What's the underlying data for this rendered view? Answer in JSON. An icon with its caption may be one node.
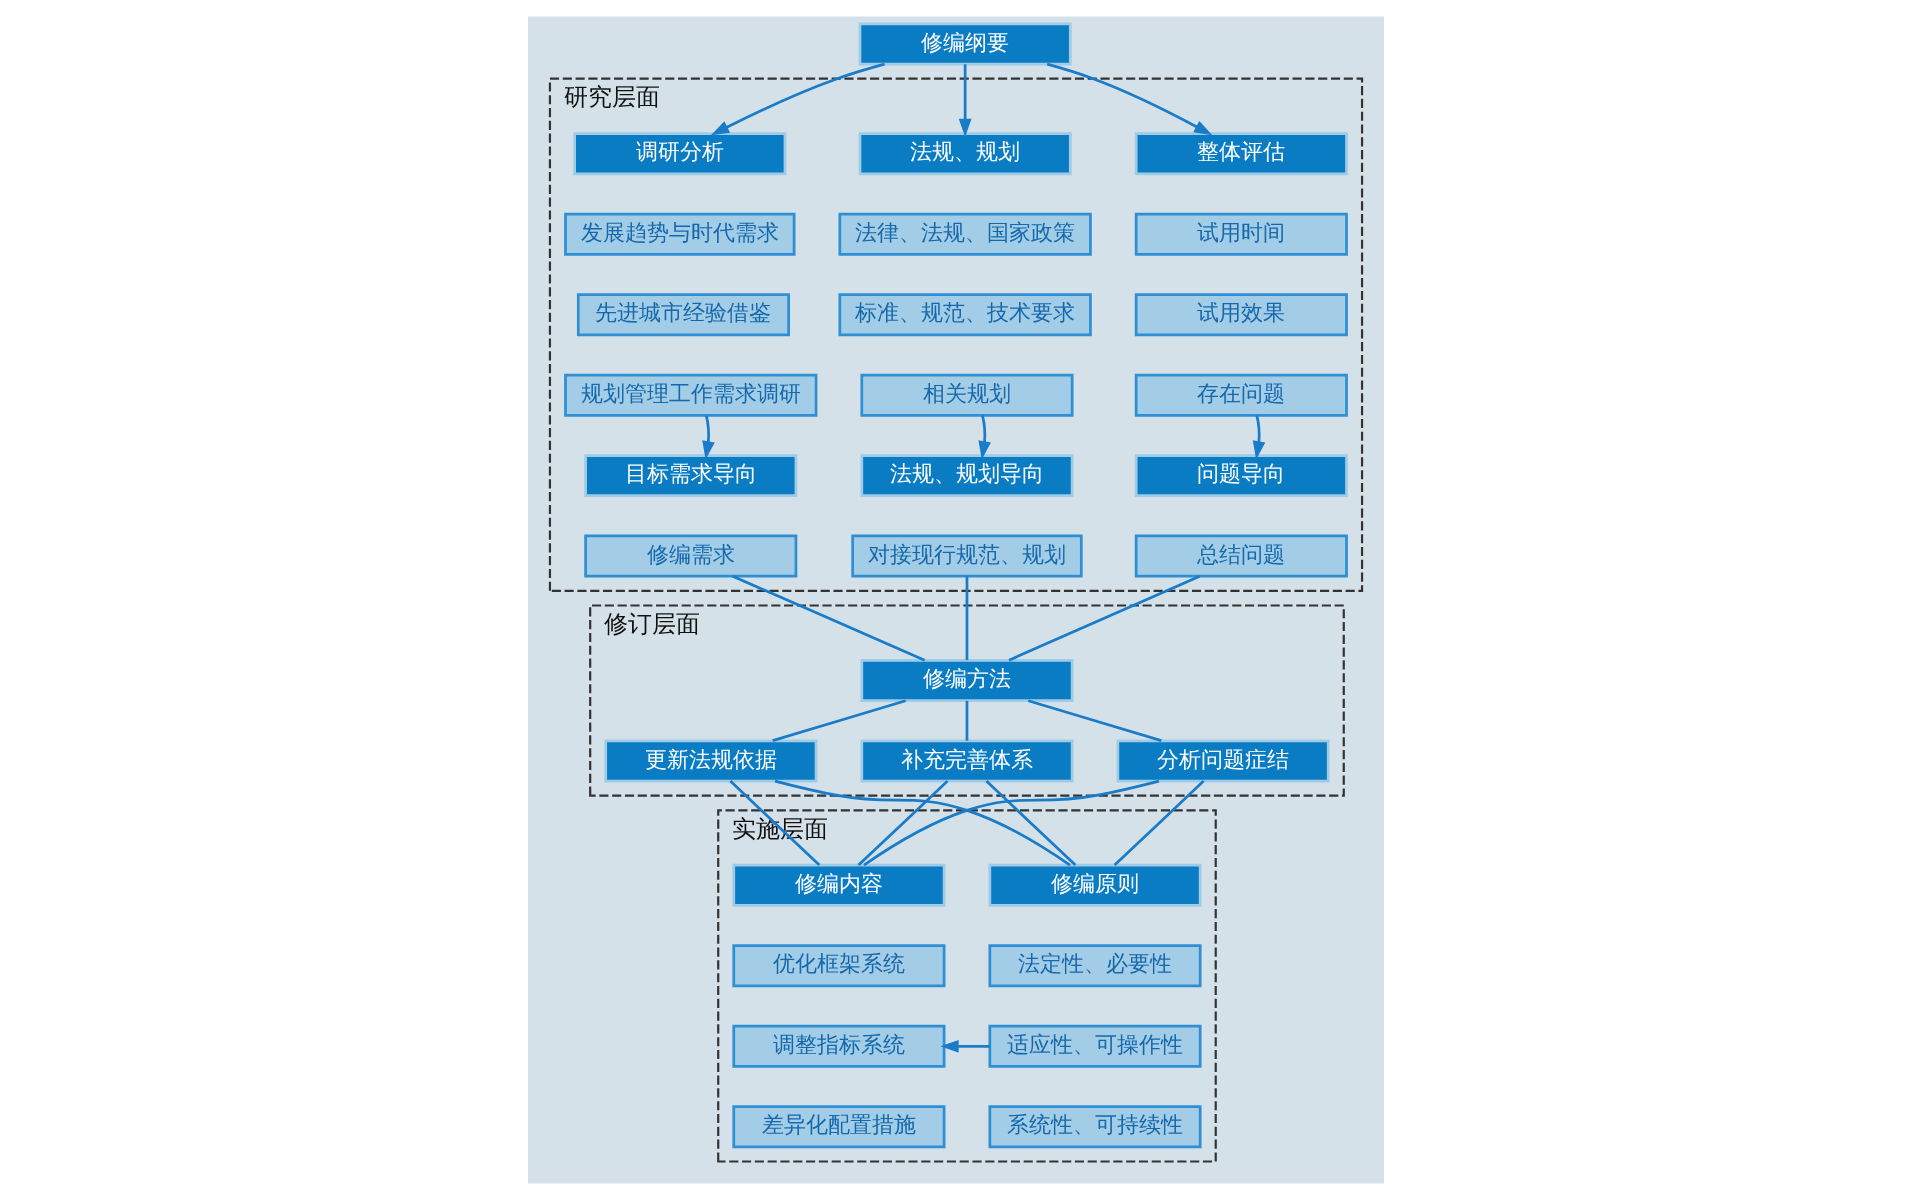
{
  "diagram": {
    "nodes": [
      {
        "text": [
          "修编纲要"
        ]
      },
      {
        "text": [
          "研究层面"
        ]
      },
      {
        "text": [
          "整体评估"
        ],
        "in": 1
      },
      {
        "text": [
          "法规、规划"
        ],
        "in": 1
      },
      {
        "text": [
          "调研分析"
        ],
        "in": 1
      },
      {
        "text": [
          "试用时间"
        ],
        "in": 1
      },
      {
        "text": [
          "试用效果"
        ],
        "in": 1
      },
      {
        "text": [
          "存在问题"
        ],
        "in": 1
      },
      {
        "text": [
          "法律、法规、国家政策"
        ],
        "in": 1
      },
      {
        "text": [
          "标准、规范、技术要求"
        ],
        "in": 1
      },
      {
        "text": [
          "相关规划"
        ],
        "in": 1
      },
      {
        "text": [
          "发展趋势与时代需求"
        ],
        "in": 1
      },
      {
        "text": [
          "先进城市经验借鉴"
        ],
        "in": 1
      },
      {
        "text": [
          "规划管理工作需求调研"
        ],
        "in": 1
      },
      {
        "text": [
          "问题导向"
        ],
        "in": 1
      },
      {
        "text": [
          "法规、规划导向"
        ],
        "in": 1
      },
      {
        "text": [
          "目标需求导向"
        ],
        "in": 1
      },
      {
        "text": [
          "总结问题"
        ],
        "in": 1
      },
      {
        "text": [
          "对接现行规范、规划"
        ],
        "in": 1
      },
      {
        "text": [
          "修编需求"
        ],
        "in": 1
      },
      {
        "text": [
          "修订层面"
        ]
      },
      {
        "text": [
          "修编方法"
        ],
        "in": 20
      },
      {
        "text": [
          "分析问题症结"
        ],
        "in": 20
      },
      {
        "text": [
          "更新法规依据"
        ],
        "in": 20
      },
      {
        "text": [
          "补充完善体系"
        ],
        "in": 20
      },
      {
        "text": [
          "实施层面"
        ]
      },
      {
        "text": [
          "修编原则"
        ],
        "in": 25
      },
      {
        "text": [
          "修编内容"
        ],
        "in": 25
      },
      {
        "text": [
          "法定性、必要性"
        ],
        "in": 25
      },
      {
        "text": [
          "适应性、可操作性"
        ],
        "in": 25
      },
      {
        "text": [
          "系统性、可持续性"
        ],
        "in": 25
      },
      {
        "text": [
          "优化框架系统"
        ],
        "in": 25
      },
      {
        "text": [
          "调整指标系统"
        ],
        "in": 25
      },
      {
        "text": [
          "差异化配置措施"
        ],
        "in": 25
      }
    ],
    "edges": [
      {
        "from": 0,
        "to": 2,
        "arrow": "to"
      },
      {
        "from": 0,
        "to": 3,
        "arrow": "to"
      },
      {
        "from": 0,
        "to": 4,
        "arrow": "to"
      },
      {
        "from": 7,
        "to": 14,
        "arrow": "to"
      },
      {
        "from": 10,
        "to": 15,
        "arrow": "to"
      },
      {
        "from": 13,
        "to": 16,
        "arrow": "to"
      },
      {
        "from": 17,
        "to": 21,
        "arrow": "none"
      },
      {
        "from": 18,
        "to": 21,
        "arrow": "none"
      },
      {
        "from": 19,
        "to": 21,
        "arrow": "none"
      },
      {
        "from": 21,
        "to": 22,
        "arrow": "none"
      },
      {
        "from": 21,
        "to": 23,
        "arrow": "none"
      },
      {
        "from": 21,
        "to": 24,
        "arrow": "none"
      },
      {
        "from": 22,
        "to": 26,
        "arrow": "none"
      },
      {
        "from": 23,
        "to": 26,
        "arrow": "none"
      },
      {
        "from": 24,
        "to": 26,
        "arrow": "none"
      },
      {
        "from": 22,
        "to": 27,
        "arrow": "none"
      },
      {
        "from": 23,
        "to": 27,
        "arrow": "none"
      },
      {
        "from": 24,
        "to": 27,
        "arrow": "none"
      },
      {
        "from": 29,
        "to": 32,
        "arrow": "to"
      }
    ]
  }
}
